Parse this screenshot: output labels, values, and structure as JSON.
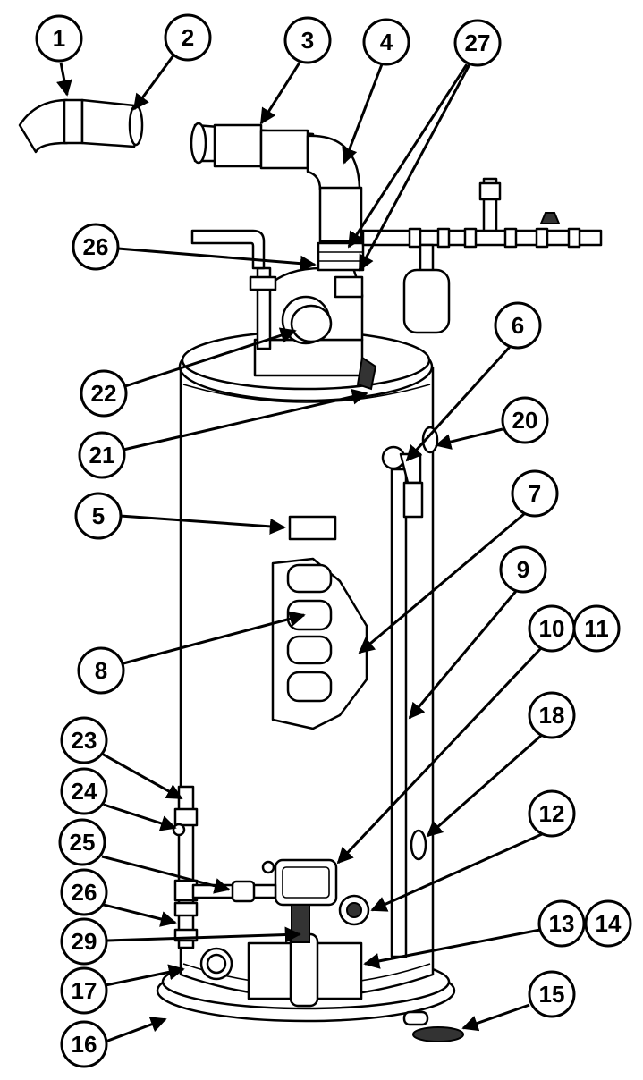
{
  "diagram": {
    "colors": {
      "ink": "#000000",
      "paper": "#ffffff"
    },
    "callouts": [
      {
        "id": "c1",
        "label": "1"
      },
      {
        "id": "c2",
        "label": "2"
      },
      {
        "id": "c3",
        "label": "3"
      },
      {
        "id": "c4",
        "label": "4"
      },
      {
        "id": "c27",
        "label": "27"
      },
      {
        "id": "c26a",
        "label": "26"
      },
      {
        "id": "c6",
        "label": "6"
      },
      {
        "id": "c20",
        "label": "20"
      },
      {
        "id": "c22",
        "label": "22"
      },
      {
        "id": "c21",
        "label": "21"
      },
      {
        "id": "c5",
        "label": "5"
      },
      {
        "id": "c7",
        "label": "7"
      },
      {
        "id": "c9",
        "label": "9"
      },
      {
        "id": "c10",
        "label": "10"
      },
      {
        "id": "c11",
        "label": "11"
      },
      {
        "id": "c8",
        "label": "8"
      },
      {
        "id": "c18",
        "label": "18"
      },
      {
        "id": "c23",
        "label": "23"
      },
      {
        "id": "c24",
        "label": "24"
      },
      {
        "id": "c12",
        "label": "12"
      },
      {
        "id": "c25",
        "label": "25"
      },
      {
        "id": "c26b",
        "label": "26"
      },
      {
        "id": "c13",
        "label": "13"
      },
      {
        "id": "c14",
        "label": "14"
      },
      {
        "id": "c29",
        "label": "29"
      },
      {
        "id": "c17",
        "label": "17"
      },
      {
        "id": "c15",
        "label": "15"
      },
      {
        "id": "c16",
        "label": "16"
      }
    ]
  }
}
